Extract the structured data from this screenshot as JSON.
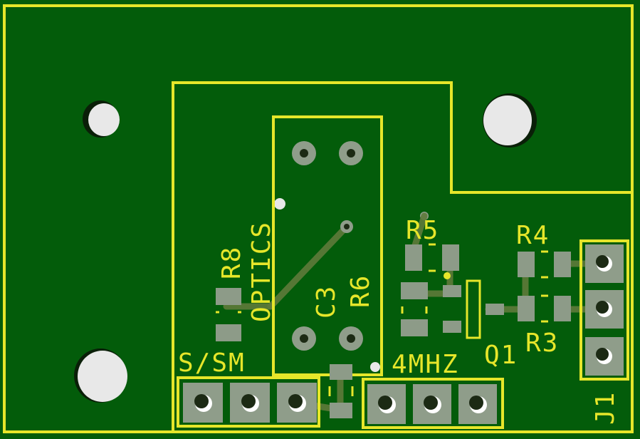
{
  "board": {
    "colors": {
      "substrate": "#035c0a",
      "silkscreen": "#e6e62a",
      "pad": "#8f9d8a",
      "trace": "#5e7a3a",
      "mounting_hole": "#e8e8e8"
    }
  },
  "labels": {
    "r8": "R8",
    "optics": "OPTICS",
    "c3": "C3",
    "r6": "R6",
    "r5": "R5",
    "r4": "R4",
    "r3": "R3",
    "q1": "Q1",
    "ssm": "S/SM",
    "fourmhz": "4MHZ",
    "j1": "J1"
  }
}
